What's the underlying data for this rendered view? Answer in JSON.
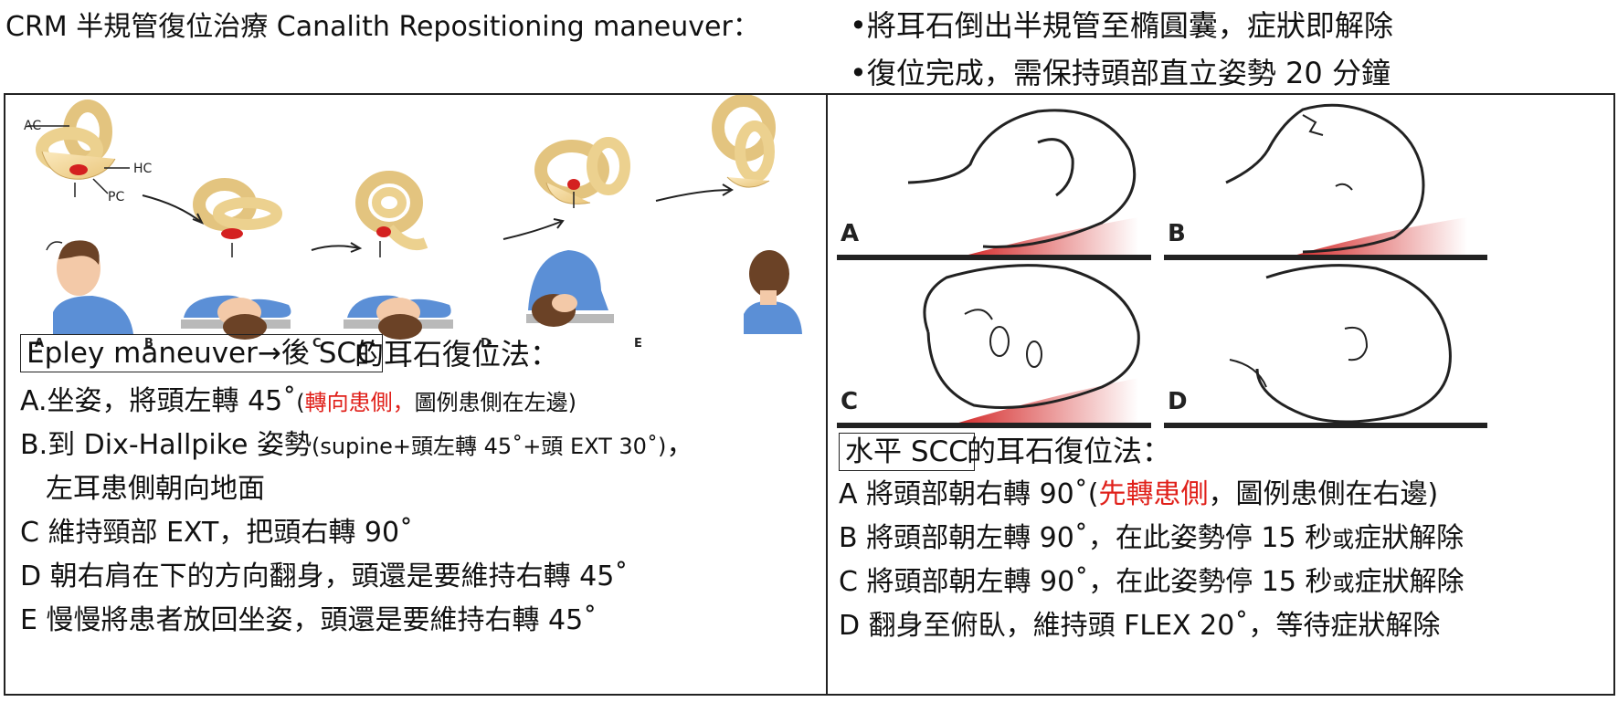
{
  "header": {
    "title": "CRM 半規管復位治療 Canalith Repositioning maneuver：",
    "bullets": [
      "•將耳石倒出半規管至橢圓囊，症狀即解除",
      "•復位完成，需保持頭部直立姿勢 20 分鐘"
    ]
  },
  "epley": {
    "figure_labels": {
      "ac": "AC",
      "hc": "HC",
      "pc": "PC"
    },
    "figure_letters": [
      "A",
      "B",
      "C",
      "D",
      "E"
    ],
    "caption_boxed": "Epley maneuver→後 SCC",
    "caption_rest": "的耳石復位法：",
    "steps": {
      "a_prefix": "A.坐姿，將頭左轉 45˚",
      "a_paren_open": "(",
      "a_red": "轉向患側，",
      "a_paren_rest": "圖例患側在左邊)",
      "b_prefix": "B.到 Dix-Hallpike 姿勢",
      "b_paren": "(supine+頭左轉 45˚+頭 EXT 30˚)",
      "b_suffix": "，",
      "b_cont": "左耳患側朝向地面",
      "c": "C 維持頸部 EXT，把頭右轉 90˚",
      "d": "D 朝右肩在下的方向翻身，頭還是要維持右轉 45˚",
      "e": "E 慢慢將患者放回坐姿，頭還是要維持右轉 45˚"
    }
  },
  "horizontal": {
    "figure_letters": [
      "A",
      "B",
      "C",
      "D"
    ],
    "caption_boxed": "水平 SCC",
    "caption_rest": "的耳石復位法：",
    "steps": {
      "a_prefix": "A 將頭部朝右轉 90˚(",
      "a_red": "先轉患側",
      "a_suffix": "，圖例患側在右邊)",
      "b_prefix": "B 將頭部朝左轉 90˚，在此姿勢停 15 秒",
      "b_small": "或",
      "b_suffix": "症狀解除",
      "c_prefix": "C 將頭部朝左轉 90˚，在此姿勢停 15 秒",
      "c_small": "或",
      "c_suffix": "症狀解除",
      "d": "D 翻身至俯臥，維持頭 FLEX 20˚，等待症狀解除"
    }
  },
  "colors": {
    "canal": "#f2d896",
    "canal_edge": "#c9a35a",
    "otolith": "#d42020",
    "shirt": "#5b8fd6",
    "hair": "#6b4226",
    "skin": "#f3c9a8",
    "pillow_red": "#d42a2a",
    "accent_red": "#e0201a"
  }
}
